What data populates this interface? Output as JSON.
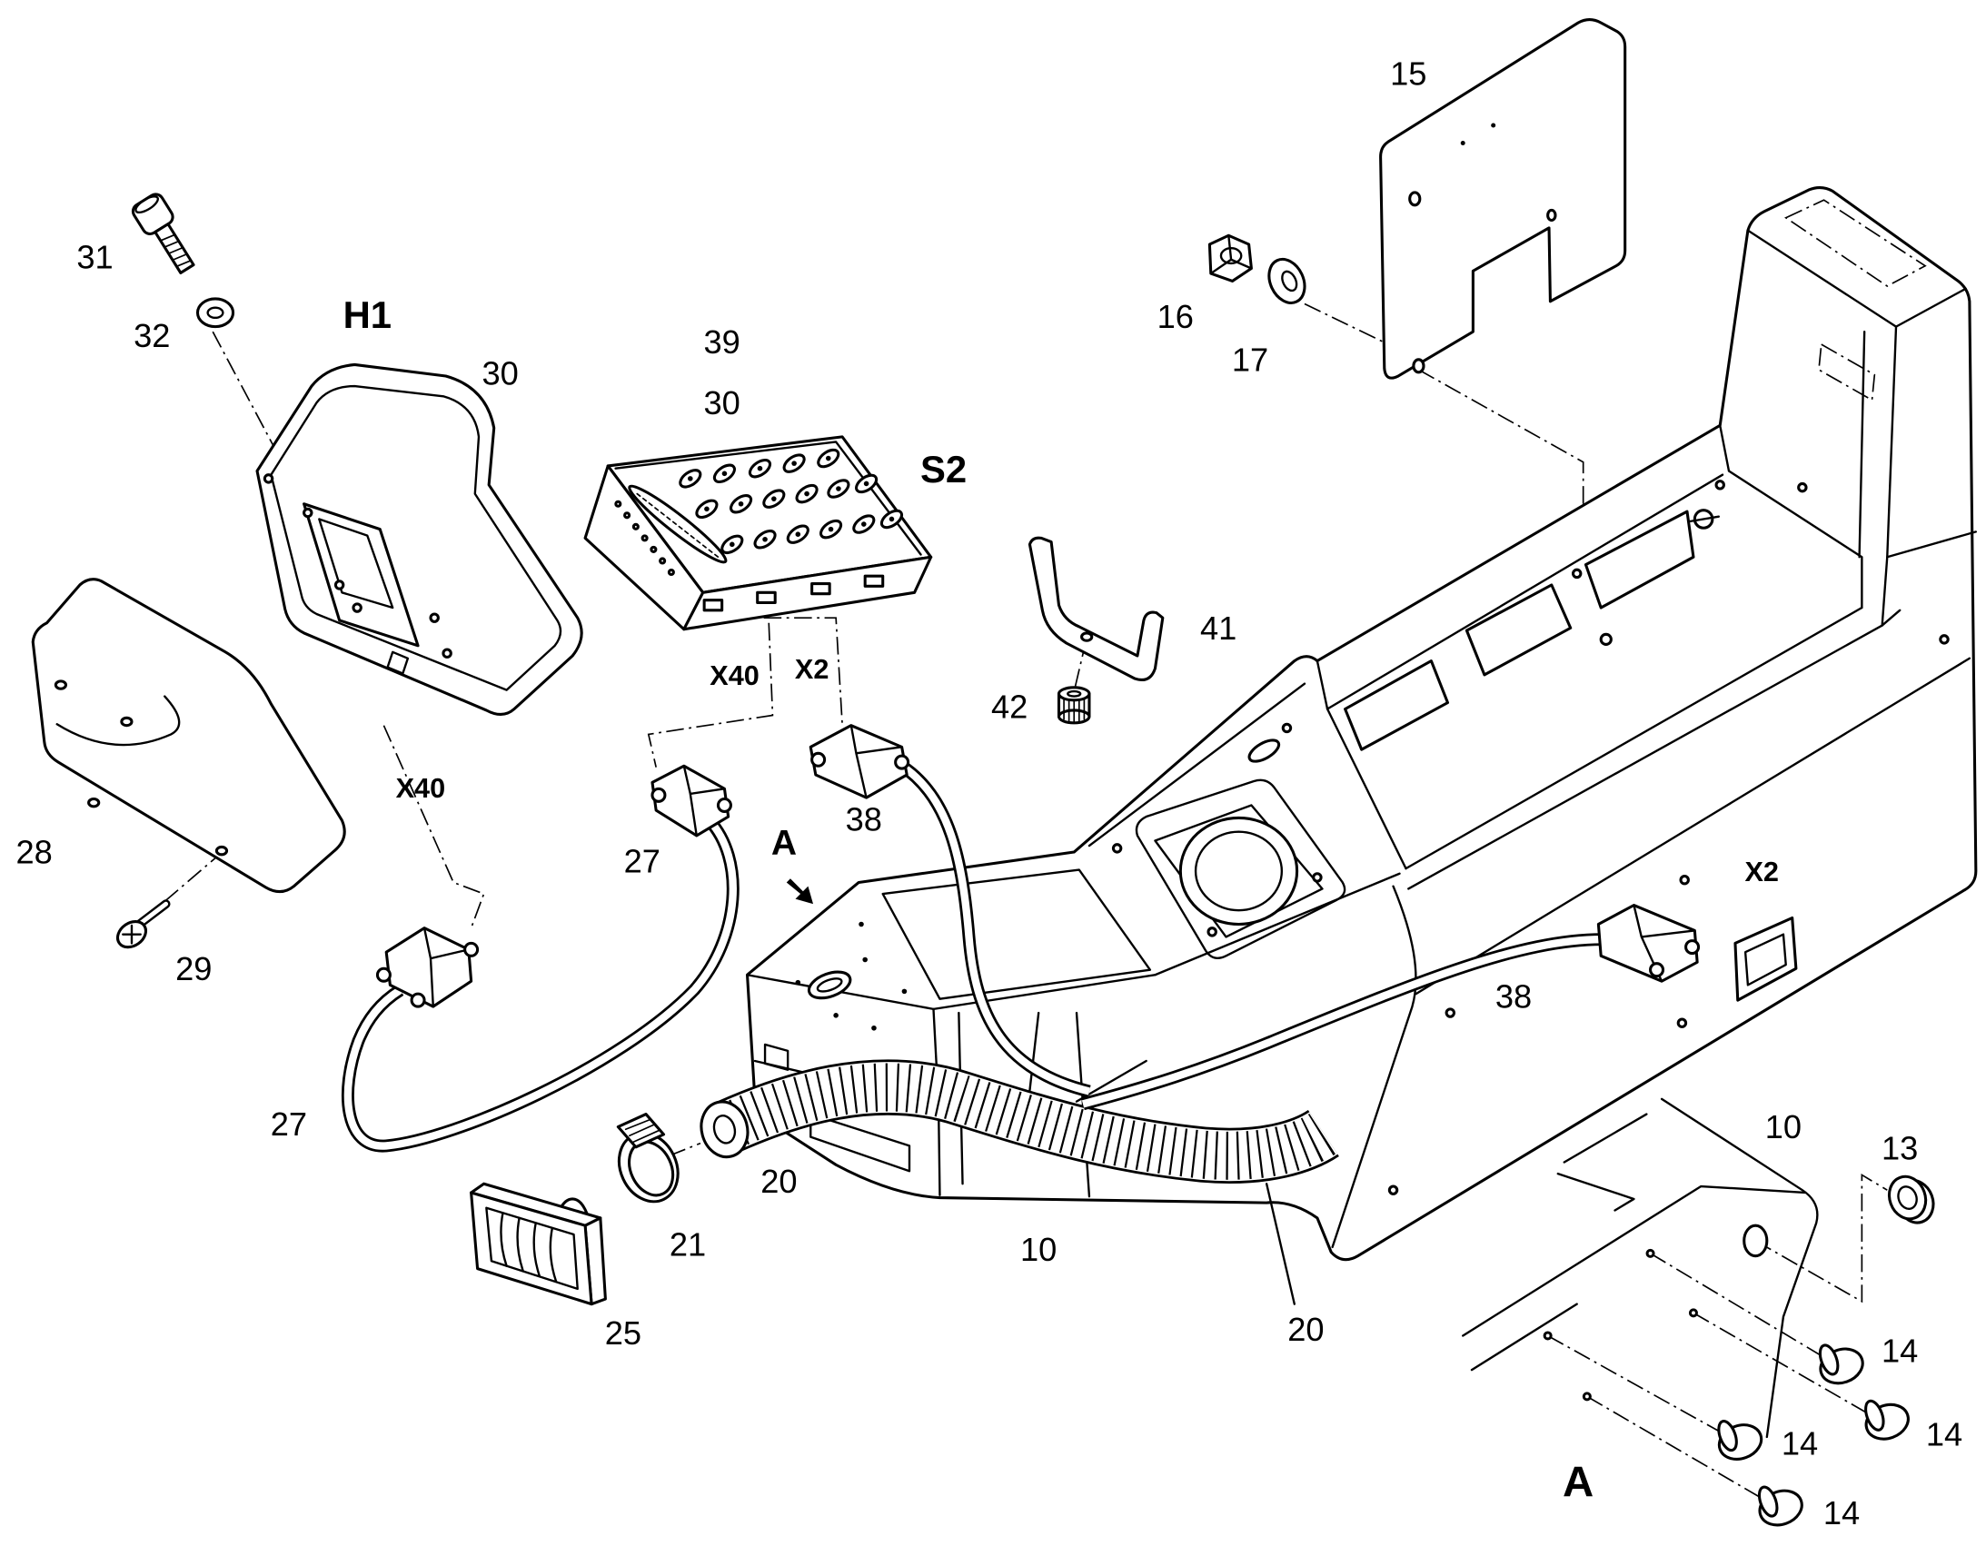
{
  "diagram": {
    "callouts": [
      "15",
      "31",
      "32",
      "30",
      "39",
      "30",
      "16",
      "17",
      "41",
      "42",
      "38",
      "27",
      "28",
      "29",
      "38",
      "27",
      "20",
      "21",
      "10",
      "10",
      "13",
      "25",
      "20",
      "14",
      "14",
      "14",
      "14"
    ],
    "designators": [
      "H1",
      "S2",
      "X40",
      "X2",
      "X40",
      "X2"
    ],
    "views": [
      "A",
      "A"
    ]
  },
  "colors": {
    "line": "#000000",
    "background": "#ffffff"
  }
}
